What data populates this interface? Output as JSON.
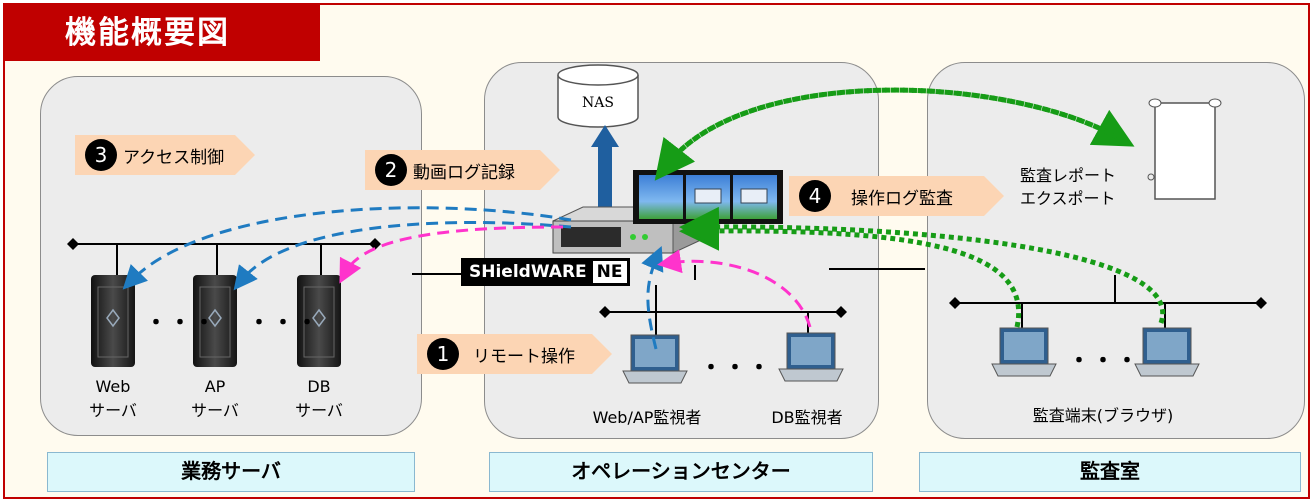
{
  "title": "機能概要図",
  "zones": {
    "business": "業務サーバ",
    "operation": "オペレーションセンター",
    "audit": "監査室"
  },
  "steps": {
    "s1": {
      "num": "1",
      "label": "リモート操作"
    },
    "s2": {
      "num": "2",
      "label": "動画ログ記録"
    },
    "s3": {
      "num": "3",
      "label": "アクセス制御"
    },
    "s4": {
      "num": "4",
      "label": "操作ログ監査"
    }
  },
  "servers": {
    "web": "Web\nサーバ",
    "ap": "AP\nサーバ",
    "db": "DBサーバ",
    "web_top": "Web",
    "web_bottom": "サーバ",
    "ap_top": "AP",
    "ap_bottom": "サーバ",
    "db_top": "DB",
    "db_bottom": "サーバ"
  },
  "operators": {
    "webap": "Web/AP監視者",
    "db": "DB監視者"
  },
  "audit": {
    "report_line1": "監査レポート",
    "report_line2": "エクスポート",
    "terminal": "監査端末(ブラウザ)"
  },
  "nas_label": "NAS",
  "brand": {
    "main": "SHieldWARE",
    "suffix": "NE"
  },
  "ellipsis": "・・・",
  "colors": {
    "frame": "#c00000",
    "tag_fill": "#fcd5b4",
    "zone_fill": "#dcf8fb",
    "dashed_blue": "#1f7bc1",
    "dashed_magenta": "#ff33cc",
    "dotted_green": "#169c16"
  }
}
